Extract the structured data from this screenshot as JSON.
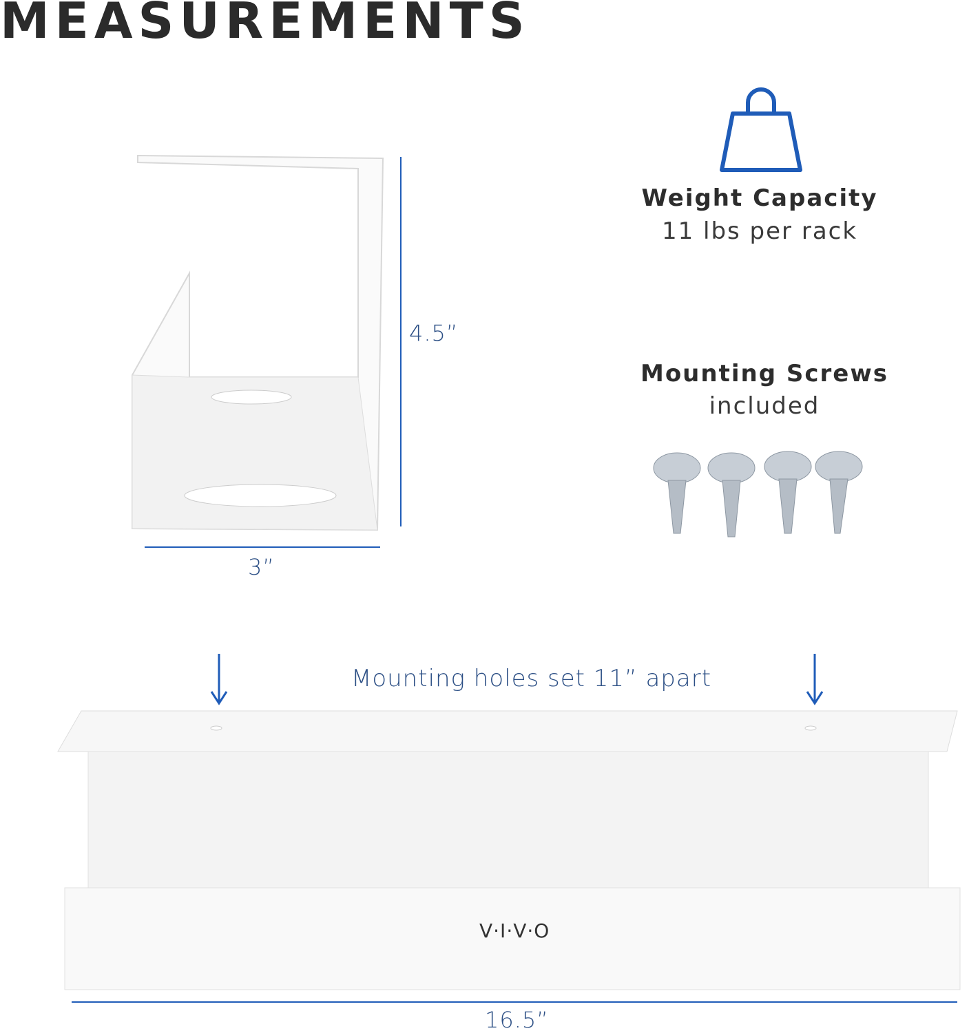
{
  "title": "MEASUREMENTS",
  "bracket": {
    "height_label": "4.5”",
    "width_label": "3”"
  },
  "weight": {
    "icon": "weight-bag-icon",
    "heading": "Weight Capacity",
    "value": "11 lbs per rack"
  },
  "screws": {
    "heading": "Mounting Screws",
    "value": "included",
    "count": 4
  },
  "rack": {
    "holes_label": "Mounting holes set 11” apart",
    "length_label": "16.5”",
    "logo": "V·I·V·O"
  },
  "colors": {
    "accent": "#1f5cb8",
    "title": "#2b2b2b"
  }
}
